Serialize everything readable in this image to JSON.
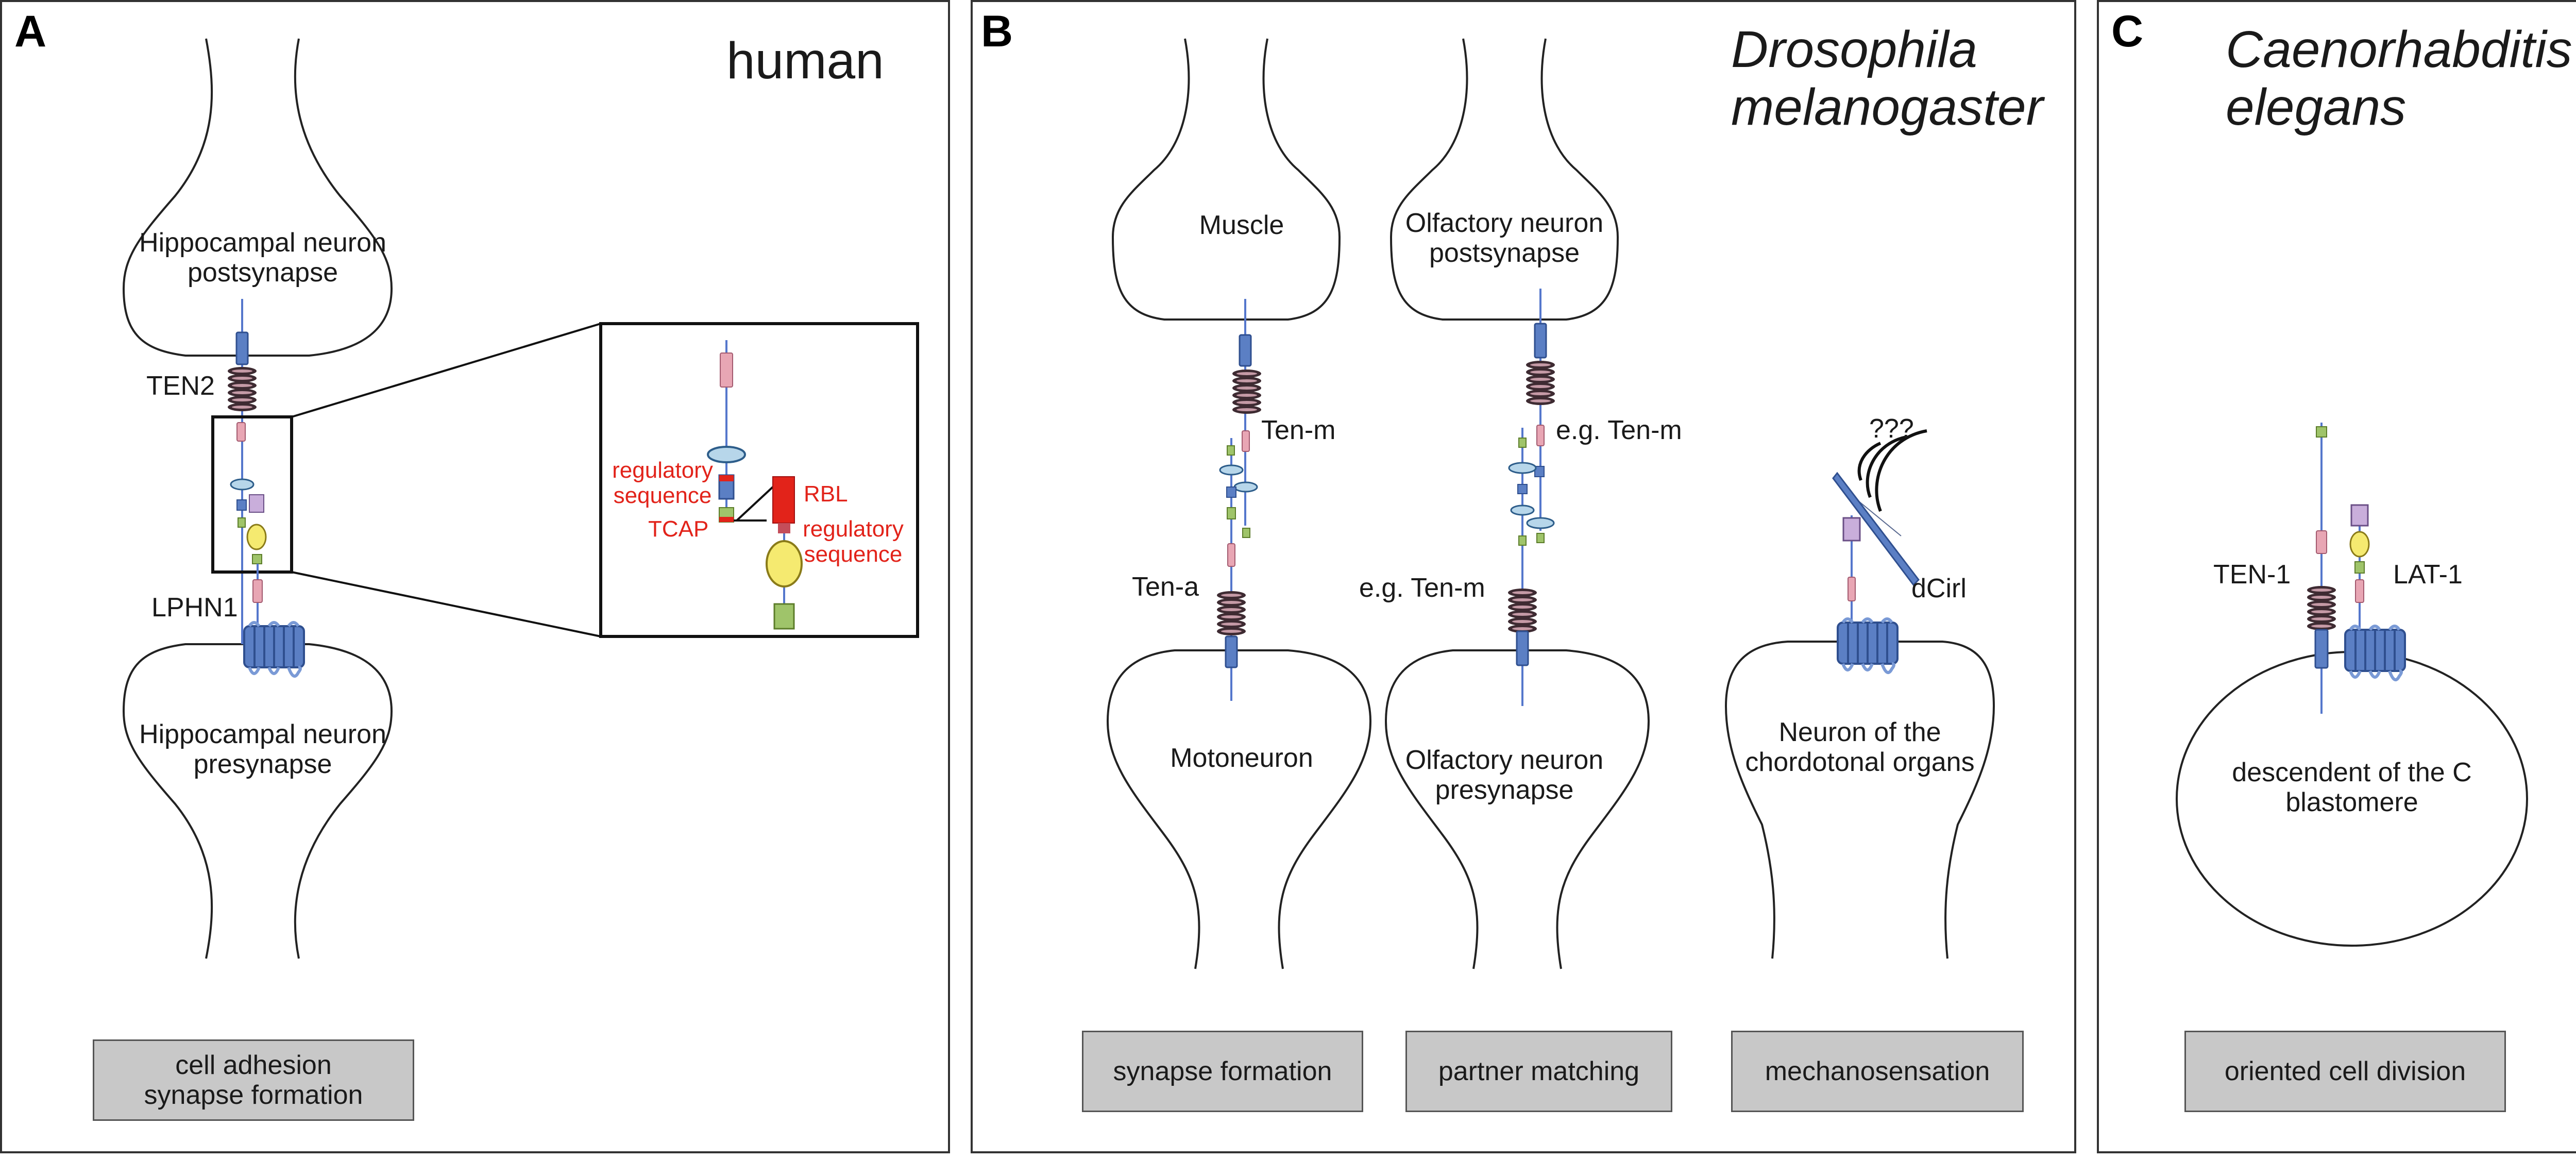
{
  "panels": {
    "a": {
      "letter": "A",
      "title": "human",
      "post_cell": "Hippocampal neuron\npostsynapse",
      "pre_cell": "Hippocampal neuron\npresynapse",
      "ten_label": "TEN2",
      "lphn_label": "LPHN1",
      "function": "cell adhesion\nsynapse formation",
      "inset": {
        "regulatory_left": "regulatory\nsequence",
        "tcap": "TCAP",
        "rbl": "RBL",
        "regulatory_right": "regulatory\nsequence"
      }
    },
    "b": {
      "letter": "B",
      "title": "Drosophila\nmelanogaster",
      "col1": {
        "post_cell": "Muscle",
        "pre_cell": "Motoneuron",
        "label_top": "Ten-m",
        "label_bottom": "Ten-a",
        "function": "synapse formation"
      },
      "col2": {
        "post_cell": "Olfactory neuron\npostsynapse",
        "pre_cell": "Olfactory neuron\npresynapse",
        "label_top": "e.g. Ten-m",
        "label_bottom": "e.g. Ten-m",
        "function": "partner matching"
      },
      "col3": {
        "unknown": "???",
        "receptor_label": "dCirl",
        "cell": "Neuron of the\nchordotonal organs",
        "function": "mechanosensation"
      }
    },
    "c": {
      "letter": "C",
      "title": "Caenorhabditis\nelegans",
      "ten_label": "TEN-1",
      "lat_label": "LAT-1",
      "cell": "descendent of the C\nblastomere",
      "function": "oriented cell division"
    }
  },
  "colors": {
    "membrane_blue": "#5b7fc4",
    "stalk_line": "#5577cc",
    "pink_domain": "#e8a6b4",
    "green_domain": "#9fc46a",
    "yellow_domain": "#f5ea70",
    "light_blue_ellipse": "#b7d6ea",
    "lilac_domain": "#c9aedb",
    "egf_dark": "#3e2b32",
    "red_accent": "#e2231a",
    "function_box": "#c8c8c8"
  }
}
